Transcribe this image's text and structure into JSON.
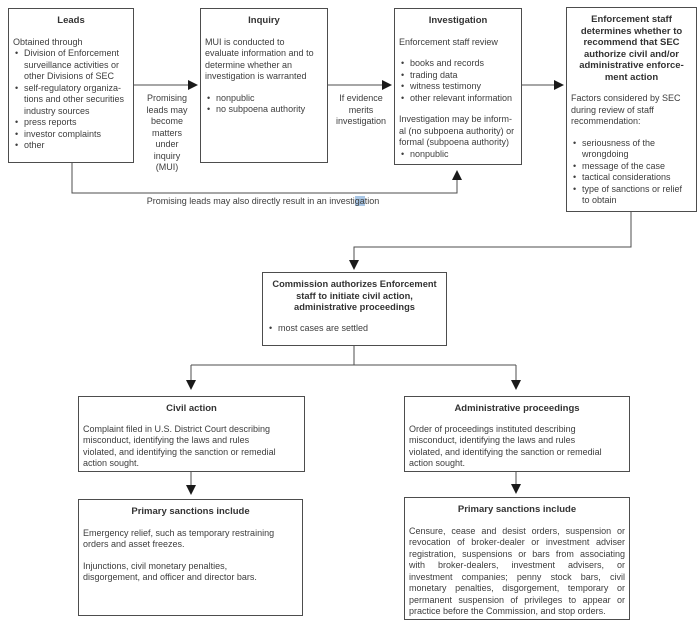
{
  "colors": {
    "background": "#ffffff",
    "box_border": "#4d4d4d",
    "text": "#3d3d3d",
    "arrow": "#1a1a1a",
    "selection_highlight": "#a9c7e6"
  },
  "boxes": {
    "leads": {
      "title": "Leads",
      "intro": "Obtained through",
      "bullets": [
        "Division of Enforcement\nsurveillance activities or\nother Divisions of SEC",
        "self-regulatory organiza-\ntions and other securities\nindustry sources",
        "press reports",
        "investor complaints",
        "other"
      ]
    },
    "inquiry": {
      "title": "Inquiry",
      "intro": "MUI is conducted to\nevaluate information and to\ndetermine whether an\ninvestigation is warranted",
      "bullets": [
        "nonpublic",
        "no subpoena authority"
      ]
    },
    "investigation": {
      "title": "Investigation",
      "intro": "Enforcement staff review",
      "bullets": [
        "books and records",
        "trading data",
        "witness testimony",
        "other relevant information"
      ],
      "note": "Investigation may be inform-\nal (no subpoena authority) or\nformal (subpoena authority)",
      "note_bullets": [
        "nonpublic"
      ]
    },
    "enforcement": {
      "title": "Enforcement staff\ndetermines whether to\nrecommend that SEC\nauthorize civil and/or\nadministrative enforce-\nment action",
      "intro": "Factors considered by SEC\nduring review of staff\nrecommendation:",
      "bullets": [
        "seriousness of the\nwrongdoing",
        "message of the case",
        "tactical considerations",
        "type of sanctions or relief\nto obtain"
      ]
    },
    "commission": {
      "title": "Commission authorizes Enforcement\nstaff to initiate civil action,\nadministrative proceedings",
      "bullets": [
        "most cases are settled"
      ]
    },
    "civil_action": {
      "title": "Civil action",
      "body": "Complaint filed in U.S. District Court describing\nmisconduct, identifying the laws and rules\nviolated, and identifying the sanction or remedial\naction sought."
    },
    "admin_proceedings": {
      "title": "Administrative proceedings",
      "body": "Order of proceedings instituted describing\nmisconduct, identifying the laws and rules\nviolated, and identifying the sanction or remedial\naction sought."
    },
    "civil_sanctions": {
      "title": "Primary sanctions include",
      "paragraphs": [
        "Emergency relief, such as temporary restraining\norders and asset freezes.",
        "Injunctions, civil monetary penalties,\ndisgorgement, and officer and director bars."
      ]
    },
    "admin_sanctions": {
      "title": "Primary sanctions include",
      "body": "Censure, cease and desist orders, suspension or revocation of broker-dealer or investment adviser registration, suspensions or bars from associating with broker-dealers, investment advisers, or investment companies; penny stock bars, civil monetary penalties, disgorgement, temporary or permanent suspension of privileges to appear or practice before the Commission, and stop orders."
    }
  },
  "labels": {
    "leads_to_inquiry": "Promising\nleads may\nbecome\nmatters\nunder\ninquiry\n(MUI)",
    "inquiry_to_investigation": "If evidence\nmerits\ninvestigation",
    "direct_before": "Promising leads may also directly result in an investi",
    "direct_highlight": "ga",
    "direct_after": "tion"
  }
}
